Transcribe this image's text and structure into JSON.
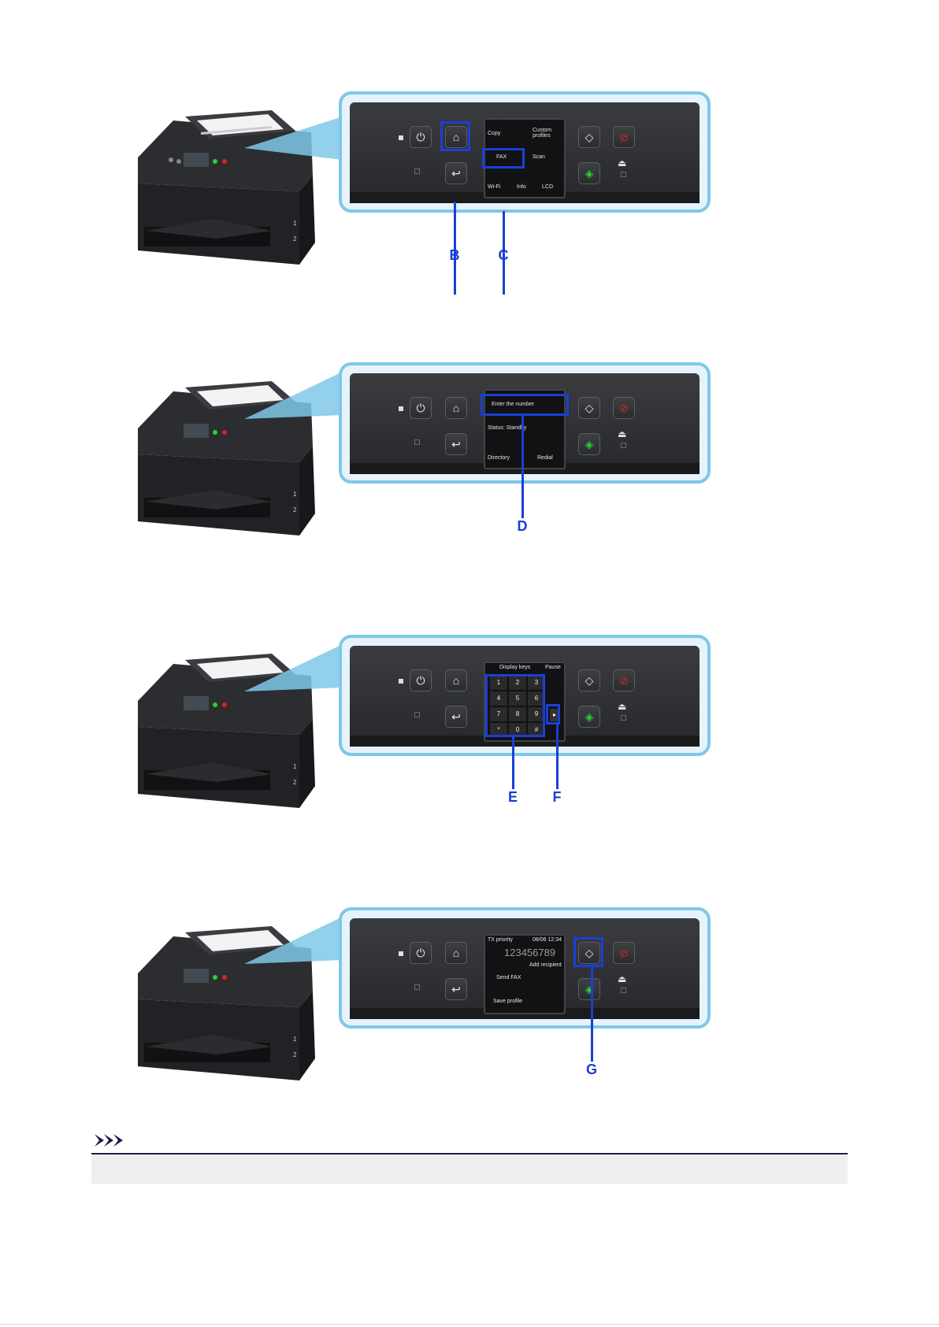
{
  "steps": [
    {
      "callouts": [
        "B",
        "C"
      ],
      "screen": {
        "mode": "home",
        "items": [
          "Copy",
          "Custom profiles",
          "FAX",
          "Scan"
        ],
        "footer": [
          "Wi-Fi",
          "Info",
          "LCD"
        ]
      }
    },
    {
      "callouts": [
        "D"
      ],
      "screen": {
        "mode": "fax-standby",
        "line1": "Enter the number",
        "line2": "Status: Standby",
        "left_button": "Directory",
        "right_button": "Redial"
      }
    },
    {
      "callouts": [
        "E",
        "F"
      ],
      "screen": {
        "mode": "keypad",
        "tab_left": "Display keys",
        "tab_right": "Pause",
        "keys": [
          "1",
          "2",
          "3",
          "4",
          "5",
          "6",
          "7",
          "8",
          "9",
          "*",
          "0",
          "#"
        ]
      }
    },
    {
      "callouts": [
        "G"
      ],
      "screen": {
        "mode": "send",
        "header_left": "TX priority",
        "header_right": "08/06 12:34",
        "number": "123456789",
        "add_button": "Add recipient",
        "line3": "Send FAX",
        "line4": "Save profile"
      }
    }
  ],
  "icons": {
    "power": "power-icon",
    "home": "home-icon",
    "back": "back-icon",
    "start_black": "start-black-icon",
    "start_color": "start-color-icon",
    "stop": "stop-icon",
    "eject": "eject-icon",
    "note": "note-icon"
  },
  "colors": {
    "callout": "#1a3fd6",
    "panel_border": "#7fc8e8"
  }
}
